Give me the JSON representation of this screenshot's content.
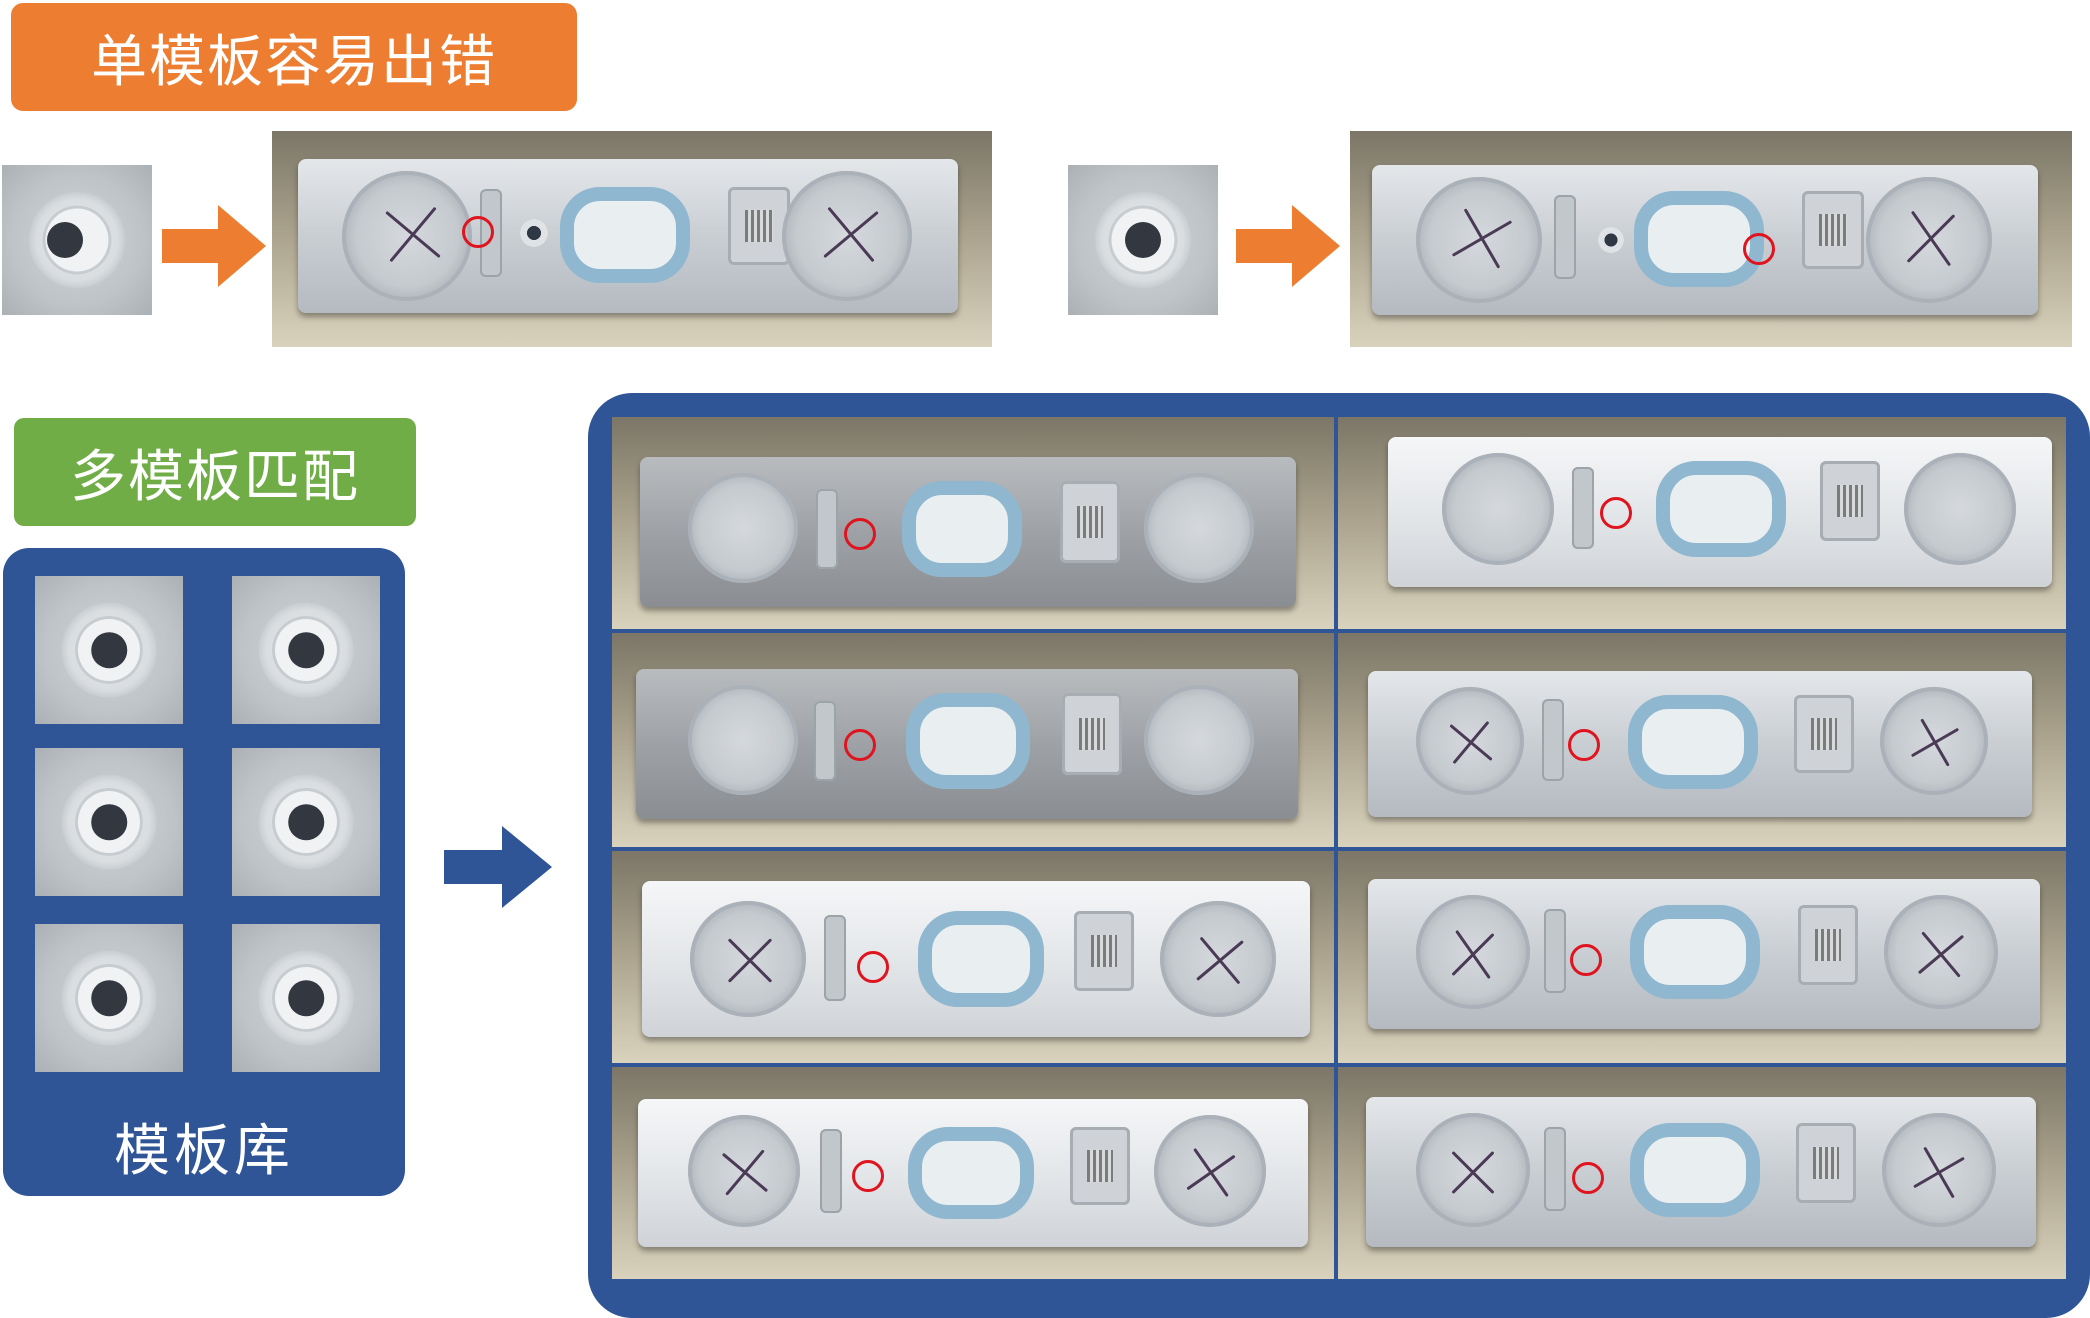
{
  "labels": {
    "single_template": "单模板容易出错",
    "multi_template": "多模板匹配",
    "template_library": "模板库"
  },
  "colors": {
    "orange": "#ED7D31",
    "green": "#70AD47",
    "blue_panel": "#2F5597",
    "marker_red": "#E0141E"
  },
  "icons": [
    "arrow-right-icon"
  ]
}
